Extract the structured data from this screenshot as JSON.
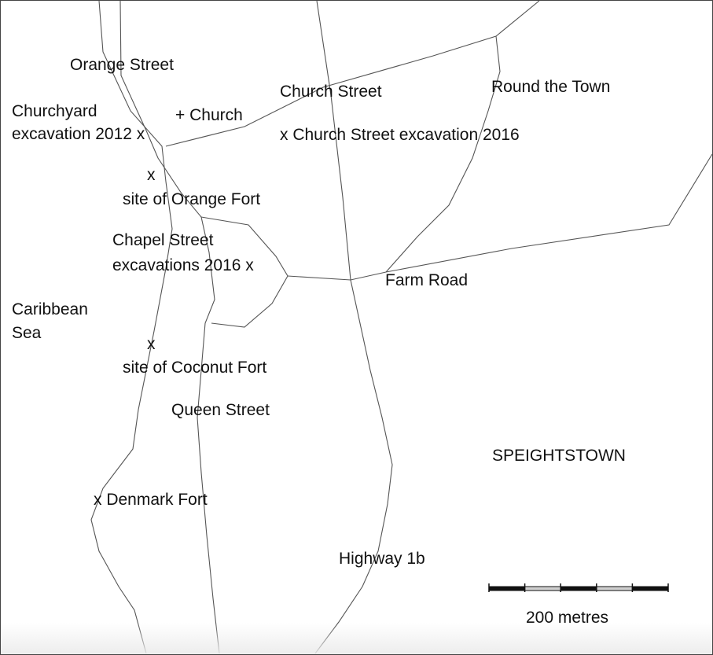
{
  "streets": {
    "orange_street": "Orange Street",
    "church_street": "Church Street",
    "round_the_town": "Round the Town",
    "farm_road": "Farm Road",
    "queen_street": "Queen Street",
    "highway_1b": "Highway 1b"
  },
  "sites": {
    "churchyard_line1": "Churchyard",
    "churchyard_line2": "excavation 2012 x",
    "church": "+ Church",
    "church_street_excavation": "x Church Street excavation 2016",
    "orange_fort_marker": "x",
    "orange_fort": "site of Orange Fort",
    "chapel_street_line1": "Chapel Street",
    "chapel_street_line2": "excavations 2016 x",
    "coconut_fort_marker": "x",
    "coconut_fort": "site of Coconut Fort",
    "denmark_fort": "x Denmark Fort"
  },
  "areas": {
    "sea_line1": "Caribbean",
    "sea_line2": "Sea",
    "town": "SPEIGHTSTOWN"
  },
  "scale_bar": {
    "label": "200 metres",
    "segments": 5
  }
}
